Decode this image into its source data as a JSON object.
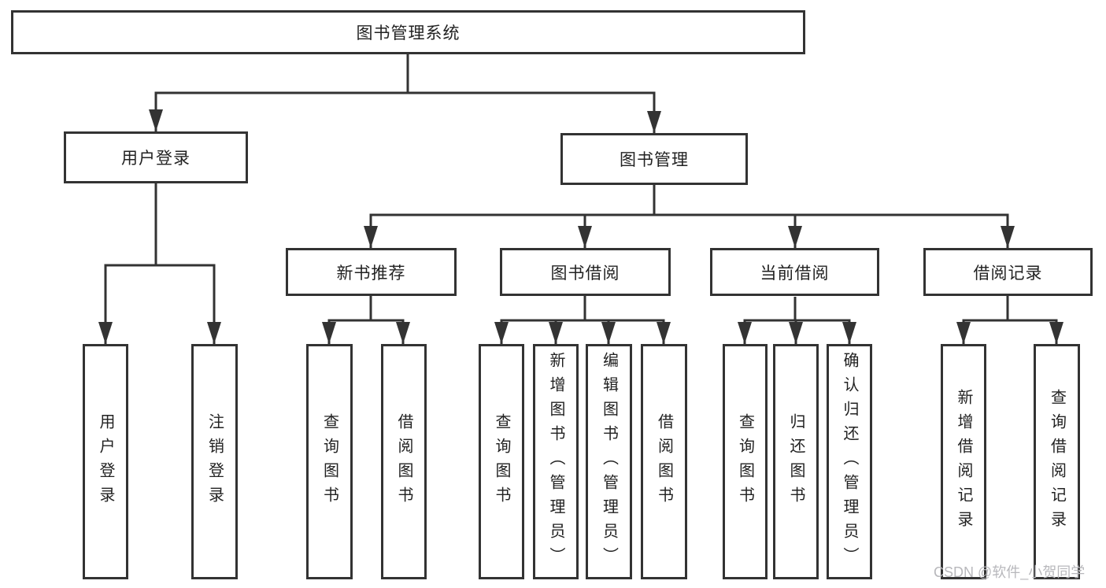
{
  "diagram": {
    "root": "图书管理系统",
    "level2": {
      "user_login": "用户登录",
      "book_management": "图书管理"
    },
    "level3": {
      "new_book_recommend": "新书推荐",
      "book_borrowing": "图书借阅",
      "current_borrowing": "当前借阅",
      "borrowing_records": "借阅记录"
    },
    "leaves": {
      "user_login": "用户登录",
      "logout": "注销登录",
      "query_book_1": "查询图书",
      "borrow_book_1": "借阅图书",
      "query_book_2": "查询图书",
      "add_book_admin": "新增图书（管理员）",
      "edit_book_admin": "编辑图书（管理员）",
      "borrow_book_2": "借阅图书",
      "query_book_3": "查询图书",
      "return_book": "归还图书",
      "confirm_return_admin": "确认归还（管理员）",
      "add_borrow_record": "新增借阅记录",
      "query_borrow_record": "查询借阅记录"
    }
  },
  "watermark": "CSDN @软件_小贺同学",
  "colors": {
    "line": "#333333",
    "text": "#222222",
    "watermark": "#b8b8bc",
    "background": "#ffffff"
  }
}
